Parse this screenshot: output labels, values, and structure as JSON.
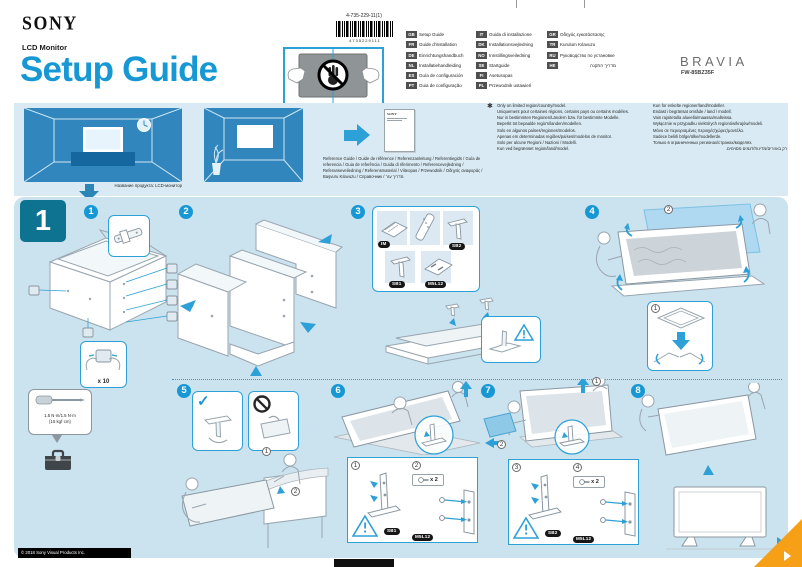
{
  "page": {
    "brand": "SONY",
    "product_type": "LCD Monitor",
    "title": "Setup Guide",
    "doc_number": "4-735-229-11(1)",
    "barcode_digits": "4735229111",
    "series": "BRAVIA",
    "model": "FW-85BZ35F",
    "copyright": "© 2018 Sony Visual Products Inc.",
    "section_number": "1"
  },
  "colors": {
    "accent_blue": "#1798d5",
    "panel_blue": "#3187bd",
    "band_blue": "#d9eaf4",
    "section_blue": "#cbe2ef",
    "badge_teal": "#0e7391",
    "corner_orange": "#f5a017",
    "label_black": "#161616"
  },
  "icons": {
    "check": "✓"
  },
  "languages": [
    {
      "code": "GB",
      "label": "Setup Guide"
    },
    {
      "code": "FR",
      "label": "Guide d'installation"
    },
    {
      "code": "DE",
      "label": "Einrichtungshandbuch"
    },
    {
      "code": "NL",
      "label": "Installatiehandleiding"
    },
    {
      "code": "ES",
      "label": "Guía de configuración"
    },
    {
      "code": "PT",
      "label": "Guia de configuração"
    },
    {
      "code": "IT",
      "label": "Guida di installazione"
    },
    {
      "code": "DK",
      "label": "Installationsvejledning"
    },
    {
      "code": "NO",
      "label": "Innstillingsveiledning"
    },
    {
      "code": "SE",
      "label": "Startguide"
    },
    {
      "code": "FI",
      "label": "Asetusopas"
    },
    {
      "code": "PL",
      "label": "Przewodnik ustawień"
    },
    {
      "code": "GR",
      "label": "Οδηγός εγκατάστασης"
    },
    {
      "code": "TR",
      "label": "Kurulum Kılavuzu"
    },
    {
      "code": "RU",
      "label": "Руководство по установке"
    },
    {
      "code": "HE",
      "label": "מדריך התקנה"
    }
  ],
  "room_panels": {
    "product_caption": "Название продукта: LCD-монитор",
    "reference_caption": "Reference Guide / Guide de référence / Referenzanleitung / Referentiegids / Guía de referencia / Guia de referência / Guida di riferimento / Referencevejledning / Referanseveiledning / Referensmaterial / Viiteopas / Przewodnik / Οδηγός αναφοράς / Başvuru Kılavuzu / Справочник / מדריך עזר"
  },
  "regional_note": {
    "marker": "✱",
    "col1": [
      "Only on limited region/country/model.",
      "Uniquement pour certaines régions, certains pays ou certains modèles.",
      "Nur in bestimmten Regionen/Ländern bzw. für bestimmte Modelle.",
      "Beperkt tot bepaalde regio's/landen/modellen.",
      "Solo en algunos países/regiones/modelos.",
      "Apenas em determinadas regiões/países/modelos de monitor.",
      "Solo per alcune Regioni / Nazioni / Modelli.",
      "Kun ved begrænset region/land/model."
    ],
    "col2": [
      "Kun for enkelte regioner/land/modeller.",
      "Endast i begränsat område / land / modell.",
      "Vain rajoitetulla alueella/maassa/malleissa.",
      "Wyłącznie w przypadku niektórych regionów/krajów/modeli.",
      "Μόνο σε περιορισμένες περιοχές/χώρες/μοντέλα.",
      "Sadece belirli bölge/ülke/modellerde.",
      "Только в ограниченных регионах/странах/моделях.",
      "רק באזורים/מדינות/דגמים מסוימים."
    ]
  },
  "steps": [
    {
      "num": "1"
    },
    {
      "num": "2"
    },
    {
      "num": "3"
    },
    {
      "num": "4"
    },
    {
      "num": "5"
    },
    {
      "num": "6"
    },
    {
      "num": "7"
    },
    {
      "num": "8"
    }
  ],
  "step1": {
    "count_label": "x 10"
  },
  "step3": {
    "parts": {
      "pouch": "IM",
      "leg_right": "SB2",
      "leg_left": "SB1",
      "screws": "M5L12"
    }
  },
  "step4": {
    "substep_protectors": "1",
    "substep_sheet": "2"
  },
  "step5": {
    "substep_a": "1",
    "substep_b": "2"
  },
  "step6": {
    "substep_a": "1",
    "substep_b": "2",
    "screw_count": "x 2",
    "part_leg": "SB1",
    "part_screws": "M5L12"
  },
  "step7": {
    "substep_a": "3",
    "substep_b": "4",
    "screw_count": "x 2",
    "part_leg": "SB2",
    "part_screws": "M5L12"
  },
  "torque_note": {
    "line1": "1.5 N·m/1.5 N·m",
    "line2": "{15 kgf·cm}"
  }
}
